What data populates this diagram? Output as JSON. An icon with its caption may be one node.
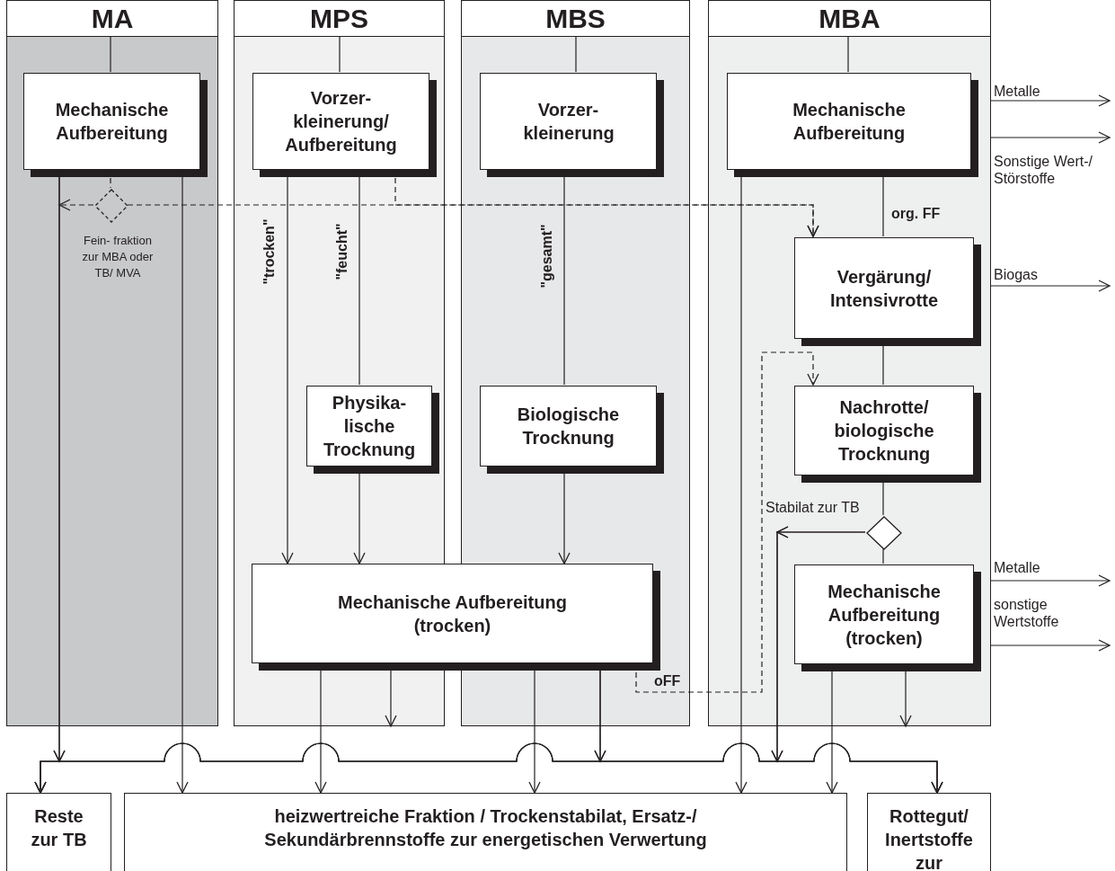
{
  "diagram": {
    "nodes": [
      {
        "text": [
          "MA"
        ]
      },
      {
        "text": [
          "MPS"
        ]
      },
      {
        "text": [
          "MBS"
        ]
      },
      {
        "text": [
          "MBA"
        ]
      },
      {
        "text": [
          "Mechanische Aufbereitung"
        ],
        "in": 0
      },
      {
        "text": [
          "Vorzer- kleinerung/ Aufbereitung"
        ],
        "in": 1
      },
      {
        "text": [
          "Vorzer- kleinerung"
        ],
        "in": 2
      },
      {
        "text": [
          "Mechanische Aufbereitung"
        ],
        "in": 3
      },
      {
        "text": [],
        "shape": "diamond",
        "in": 0,
        "beside": [
          "Fein- fraktion zur MBA oder TB/ MVA"
        ]
      },
      {
        "text": [
          "Vergärung/ Intensivrotte"
        ],
        "in": 3
      },
      {
        "text": [
          "Physika- lische Trocknung"
        ],
        "in": 1
      },
      {
        "text": [
          "Biologische Trocknung"
        ],
        "in": 2
      },
      {
        "text": [
          "Nachrotte/ biologische Trocknung"
        ],
        "in": 3
      },
      {
        "text": [],
        "shape": "diamond",
        "in": 3
      },
      {
        "text": [
          "Mechanische Aufbereitung (trocken)"
        ]
      },
      {
        "text": [
          "Mechanische Aufbereitung (trocken)"
        ],
        "in": 3
      },
      {
        "text": [
          "Reste zur TB"
        ]
      },
      {
        "text": [
          "heizwertreiche Fraktion / Trockenstabilat, Ersatz-/ Sekundärbrennstoffe zur energetischen Verwertung"
        ]
      },
      {
        "text": [
          "Rottegut/ Inertstoffe zur"
        ]
      }
    ],
    "edges": [
      {
        "from": 0,
        "to": 4,
        "arrow": "none"
      },
      {
        "from": 1,
        "to": 5,
        "arrow": "none"
      },
      {
        "from": 2,
        "to": 6,
        "arrow": "none"
      },
      {
        "from": 3,
        "to": 7,
        "arrow": "none"
      },
      {
        "from": 4,
        "to": 16,
        "arrow": "to"
      },
      {
        "from": 4,
        "to": 18,
        "arrow": "to"
      },
      {
        "from": 4,
        "to": 17,
        "arrow": "to"
      },
      {
        "from": 4,
        "to": 8,
        "arrow": "none",
        "style": "dashed"
      },
      {
        "from": 8,
        "to": null,
        "arrow": "to",
        "style": "dashed"
      },
      {
        "from": 8,
        "to": 9,
        "arrow": "to",
        "style": "dashed"
      },
      {
        "from": 5,
        "to": 9,
        "arrow": "to",
        "style": "dashed"
      },
      {
        "from": 5,
        "to": 14,
        "arrow": "to",
        "label": "\"trocken\""
      },
      {
        "from": 5,
        "to": 10,
        "arrow": "none",
        "label": "\"feucht\""
      },
      {
        "from": 10,
        "to": 14,
        "arrow": "to"
      },
      {
        "from": 6,
        "to": 11,
        "arrow": "none",
        "label": "\"gesamt\""
      },
      {
        "from": 11,
        "to": 14,
        "arrow": "to"
      },
      {
        "from": 7,
        "to": 9,
        "arrow": "none",
        "label": "org. FF"
      },
      {
        "from": 9,
        "to": 12,
        "arrow": "none"
      },
      {
        "from": 12,
        "to": 13,
        "arrow": "none"
      },
      {
        "from": 13,
        "to": 15,
        "arrow": "none"
      },
      {
        "from": 14,
        "to": 17,
        "arrow": "to"
      },
      {
        "from": 14,
        "to": 1,
        "arrow": "to"
      },
      {
        "from": 14,
        "to": 17,
        "arrow": "to"
      },
      {
        "from": 14,
        "to": 16,
        "arrow": "to"
      },
      {
        "from": 14,
        "to": 18,
        "arrow": "to"
      },
      {
        "from": 14,
        "to": 12,
        "arrow": "to",
        "style": "dashed",
        "label": "oFF"
      },
      {
        "from": 7,
        "to": 17,
        "arrow": "to"
      },
      {
        "from": 13,
        "to": 16,
        "arrow": "to",
        "label": "Stabilat zur TB"
      },
      {
        "from": 13,
        "to": 18,
        "arrow": "to"
      },
      {
        "from": 15,
        "to": 17,
        "arrow": "to"
      },
      {
        "from": 15,
        "to": 3,
        "arrow": "to"
      },
      {
        "from": 3,
        "to": null,
        "arrow": "to",
        "label": "Metalle"
      },
      {
        "from": 3,
        "to": null,
        "arrow": "to",
        "label": "Sonstige Wert-/ Störstoffe"
      },
      {
        "from": 3,
        "to": null,
        "arrow": "to",
        "label": "Biogas"
      },
      {
        "from": 3,
        "to": null,
        "arrow": "to",
        "label": "Metalle"
      },
      {
        "from": 3,
        "to": null,
        "arrow": "to",
        "label": "sonstige Wertstoffe"
      }
    ]
  }
}
